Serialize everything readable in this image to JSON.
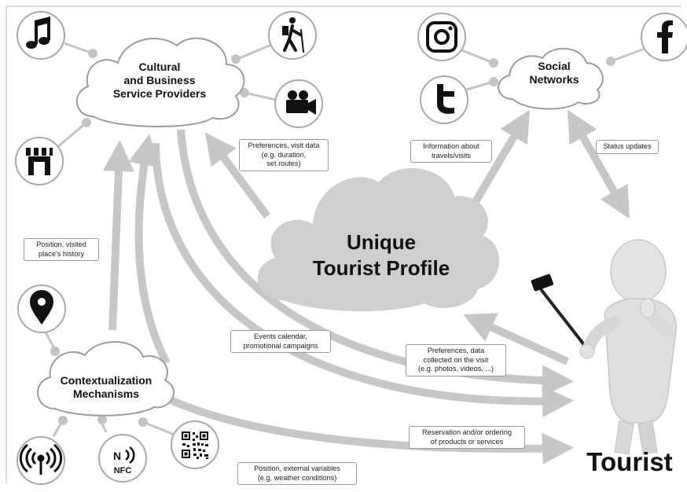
{
  "clouds": {
    "providers": "Cultural\nand Business\nService Providers",
    "social": "Social\nNetworks",
    "profile": "Unique\nTourist Profile",
    "context": "Contextualization\nMechanisms"
  },
  "tourist_label": "Tourist",
  "nfc_text": "NFC",
  "labels": {
    "prefs_visit": "Preferences, visit data\n(e.g. duration,\nset routes)",
    "info_travels": "Information about\ntravels/visits",
    "status_updates": "Status updates",
    "position_history": "Position, visited\nplace's history",
    "events_calendar": "Events calendar,\npromotional campaigns",
    "prefs_collected": "Preferences, data\ncollected on the visit\n(e.g. photos, videos, ...)",
    "reservation": "Reservation and/or ordering\nof products or services",
    "position_external": "Position, external variables\n(e.g. weather conditions)"
  },
  "icons": [
    "music-icon",
    "hiker-icon",
    "video-camera-icon",
    "shop-icon",
    "instagram-icon",
    "twitter-icon",
    "facebook-icon",
    "location-pin-icon",
    "wireless-icon",
    "nfc-icon",
    "qr-code-icon"
  ],
  "colors": {
    "arrow": "#c7c7c7",
    "cloud_border": "#9c9c9c",
    "cloud_fill": "#ffffff",
    "profile_cloud": "#cfcfcf",
    "icon_border": "#a9a9a9",
    "icon": "#111111"
  }
}
